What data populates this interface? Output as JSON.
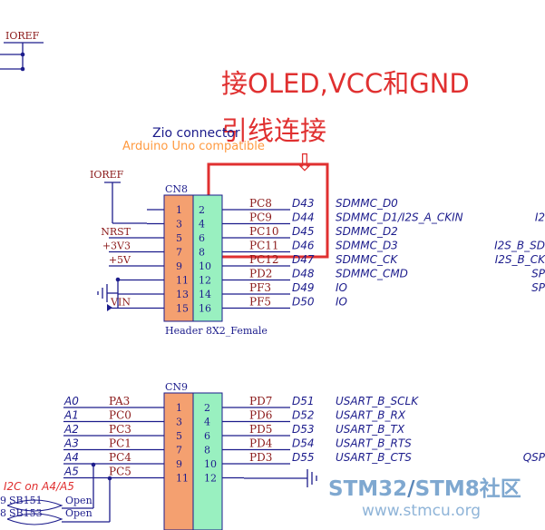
{
  "annotation": {
    "line1": "接OLED,VCC和GND",
    "line2": "引线连接",
    "arrow_glyph": "⇩",
    "color": "#e03030"
  },
  "top_left_label": "IOREF",
  "zio": {
    "title": "Zio connector",
    "subtitle": "Arduino Uno compatible"
  },
  "cn8": {
    "ref": "CN8",
    "part": "Header 8X2_Female",
    "left_pins": [
      "1",
      "3",
      "5",
      "7",
      "9",
      "11",
      "13",
      "15"
    ],
    "right_pins": [
      "2",
      "4",
      "6",
      "8",
      "10",
      "12",
      "14",
      "16"
    ],
    "left_nets": [
      "IOREF",
      "",
      "NRST",
      "+3V3",
      "+5V",
      "",
      "",
      "VIN"
    ],
    "ports": [
      "PC8",
      "PC9",
      "PC10",
      "PC11",
      "PC12",
      "PD2",
      "PF3",
      "PF5"
    ],
    "dnums": [
      "D43",
      "D44",
      "D45",
      "D46",
      "D47",
      "D48",
      "D49",
      "D50"
    ],
    "functions": [
      "SDMMC_D0",
      "SDMMC_D1/I2S_A_CKIN",
      "SDMMC_D2",
      "SDMMC_D3",
      "SDMMC_CK",
      "SDMMC_CMD",
      "IO",
      "IO"
    ],
    "far_right": [
      "",
      "I2",
      "",
      "I2S_B_SD",
      "I2S_B_CK",
      "SP",
      "SP",
      ""
    ]
  },
  "cn9": {
    "ref": "CN9",
    "left_pins": [
      "1",
      "3",
      "5",
      "7",
      "9",
      "11"
    ],
    "right_pins": [
      "2",
      "4",
      "6",
      "8",
      "10",
      "12"
    ],
    "anums": [
      "A0",
      "A1",
      "A2",
      "A3",
      "A4",
      "A5"
    ],
    "left_ports": [
      "PA3",
      "PC0",
      "PC3",
      "PC1",
      "PC4",
      "PC5"
    ],
    "right_ports": [
      "PD7",
      "PD6",
      "PD5",
      "PD4",
      "PD3"
    ],
    "dnums": [
      "D51",
      "D52",
      "D53",
      "D54",
      "D55"
    ],
    "functions": [
      "USART_B_SCLK",
      "USART_B_RX",
      "USART_B_TX",
      "USART_B_RTS",
      "USART_B_CTS"
    ],
    "far_right": [
      "",
      "",
      "",
      "",
      "QSP",
      ""
    ],
    "i2c_note": "I2C on A4/A5",
    "jumpers": [
      {
        "prefix": "9",
        "name": "SB151",
        "state": "Open"
      },
      {
        "prefix": "8",
        "name": "SB153",
        "state": "Open"
      }
    ]
  },
  "watermark": {
    "line1_a": "STM32",
    "line1_sep": "/",
    "line1_b": "STM8",
    "line1_c": "社区",
    "line2": "www.stmcu.org"
  },
  "colors": {
    "wire": "#1c1c8c",
    "pin_text": "#8b1a1a",
    "header_orange": "#f4a070",
    "header_green": "#99f0c0",
    "zio_title": "#1a1a8a",
    "zio_subtitle": "#ff9a40",
    "watermark": "#7fa8d0"
  }
}
